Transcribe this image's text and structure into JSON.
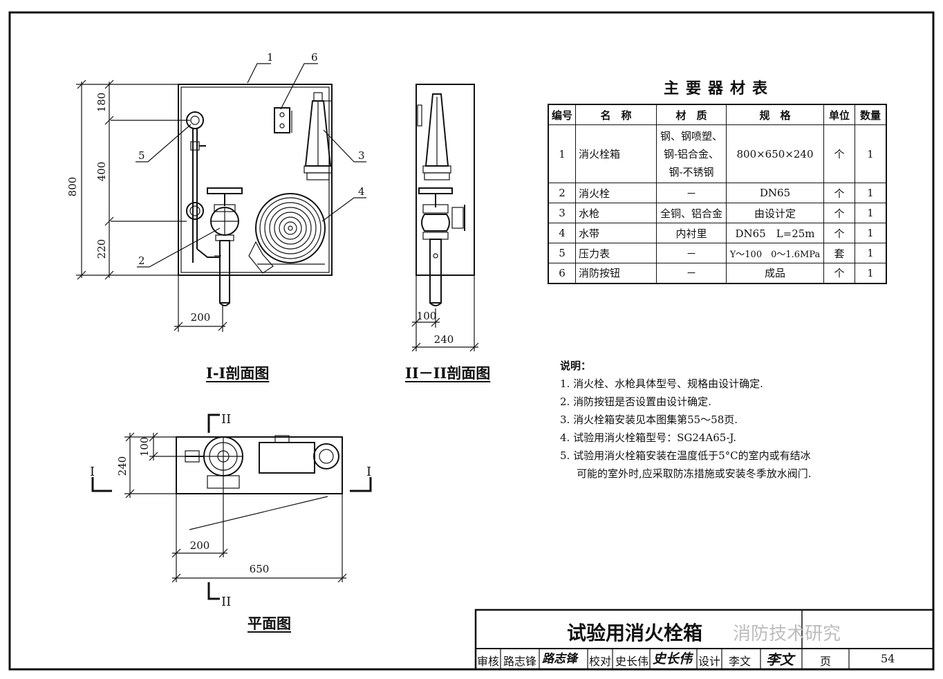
{
  "views": {
    "section_1": {
      "caption": "I-I剖面图",
      "dims": {
        "height_total": "800",
        "upper": "180",
        "middle": "400",
        "lower": "220",
        "offset": "200"
      },
      "callouts": [
        "1",
        "2",
        "3",
        "4",
        "5",
        "6"
      ]
    },
    "section_2": {
      "caption": "II－II剖面图",
      "dims": {
        "inner": "100",
        "depth": "240"
      }
    },
    "plan": {
      "caption": "平面图",
      "dims": {
        "offset_small": "100",
        "depth": "240",
        "offset": "200",
        "width": "650"
      },
      "markers": {
        "sec1": "I",
        "sec2": "II"
      }
    }
  },
  "materials": {
    "title": "主要器材表",
    "headers": [
      "编号",
      "名　称",
      "材　质",
      "规　格",
      "单位",
      "数量"
    ],
    "rows": [
      {
        "no": "1",
        "name": "消火栓箱",
        "material": [
          "钢、钢喷塑、",
          "钢-铝合金、",
          "钢-不锈钢"
        ],
        "spec": "800×650×240",
        "unit": "个",
        "qty": "1"
      },
      {
        "no": "2",
        "name": "消火栓",
        "material": [
          "－"
        ],
        "spec": "DN65",
        "unit": "个",
        "qty": "1"
      },
      {
        "no": "3",
        "name": "水枪",
        "material": [
          "全铜、铝合金"
        ],
        "spec": "由设计定",
        "unit": "个",
        "qty": "1"
      },
      {
        "no": "4",
        "name": "水带",
        "material": [
          "内衬里"
        ],
        "spec": "DN65　L=25m",
        "unit": "个",
        "qty": "1"
      },
      {
        "no": "5",
        "name": "压力表",
        "material": [
          "－"
        ],
        "spec": "Y～100　0～1.6MPa",
        "unit": "套",
        "qty": "1"
      },
      {
        "no": "6",
        "name": "消防按钮",
        "material": [
          "－"
        ],
        "spec": "成品",
        "unit": "个",
        "qty": "1"
      }
    ]
  },
  "notes": {
    "title": "说明：",
    "items": [
      "1.  消火栓、水枪具体型号、规格由设计确定.",
      "2.  消防按钮是否设置由设计确定.",
      "3.  消火栓箱安装见本图集第55～58页.",
      "4.  试验用消火栓箱型号：SG24A65-J.",
      "5.  试验用消火栓箱安装在温度低于5°C的室内或有结冰"
    ],
    "continuation": "可能的室外时,应采取防冻措施或安装冬季放水阀门."
  },
  "title_block": {
    "drawing_name": "试验用消火栓箱",
    "watermark": "消防技术研究",
    "review_label": "审核",
    "reviewer": "路志锋",
    "reviewer_sig": "路志锋",
    "check_label": "校对",
    "checker": "史长伟",
    "checker_sig": "史长伟",
    "design_label": "设计",
    "designer": "李文",
    "designer_sig": "李文",
    "page_label": "页",
    "page_no": "54"
  }
}
